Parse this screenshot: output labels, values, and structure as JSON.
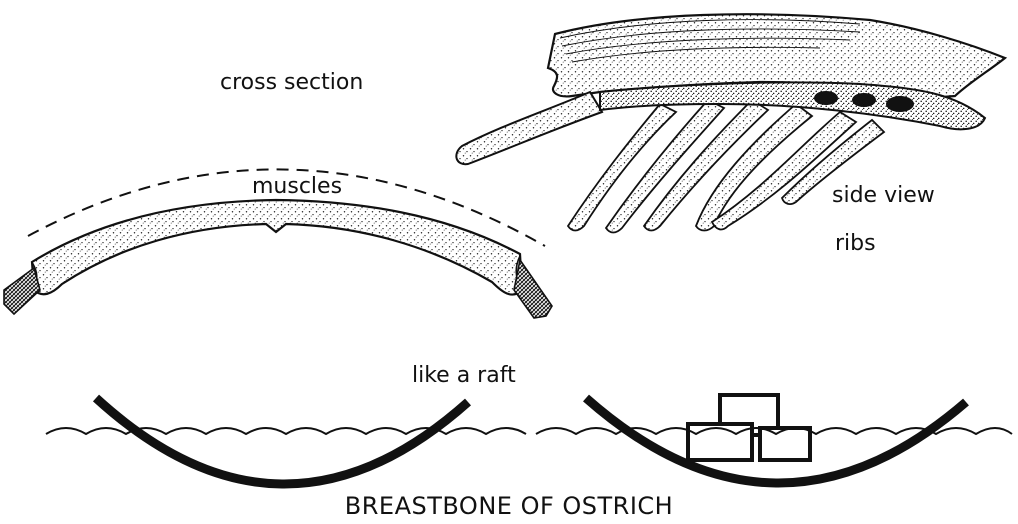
{
  "labels": {
    "cross_section": "cross section",
    "muscles": "muscles",
    "side_view": "side view",
    "ribs": "ribs",
    "like_a_raft": "like a raft",
    "title": "BREASTBONE OF OSTRICH"
  },
  "colors": {
    "ink": "#111111",
    "paper": "#ffffff"
  }
}
